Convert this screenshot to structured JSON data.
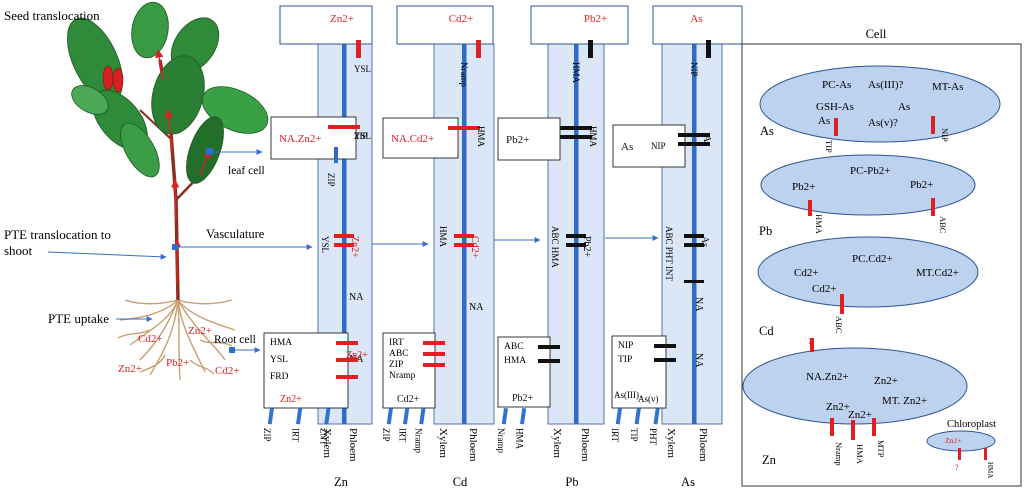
{
  "left_labels": {
    "seed_translocation": "Seed translocation",
    "leaf_cell": "leaf cell",
    "vasculature": "Vasculature",
    "pte_translocation_line1": "PTE translocation to",
    "pte_translocation_line2": "shoot",
    "pte_uptake": "PTE uptake",
    "root_cell": "Root cell"
  },
  "root_ions": [
    "Cd2+",
    "Zn2+",
    "Zn2+",
    "Pb2+",
    "Cd2+"
  ],
  "columns": [
    {
      "id": "zn",
      "metal": "Zn",
      "top_ion": "Zn2+",
      "top_transporter": "YSL",
      "leaf_box": "NA.Zn2+",
      "leaf_transporters": [
        "YSL",
        "ZIP"
      ],
      "vasc_xylem": "YSL",
      "vasc_phloem_ion": "Zn2+",
      "phloem_na_1": "NA",
      "phloem_na_2": "NA",
      "root_transporters": [
        "HMA",
        "YSL",
        "FRD"
      ],
      "root_box_ion": "Zn2+",
      "root_side_ion": "Zn2+",
      "uptake": [
        "ZIP",
        "IRT",
        "ZNT"
      ],
      "xylem_label": "Xylem",
      "phloem_label": "Phloem"
    },
    {
      "id": "cd",
      "metal": "Cd",
      "top_ion": "Cd2+",
      "top_transporter": "Nramp",
      "leaf_box": "NA.Cd2+",
      "leaf_transporters": [
        "HMA"
      ],
      "vasc_xylem": "HMA",
      "vasc_phloem_ion": "Cd2+",
      "phloem_na_1": "NA",
      "root_transporters": [
        "IRT",
        "ABC",
        "ZIP",
        "Nramp"
      ],
      "root_box_ion": "Cd2+",
      "uptake": [
        "ZIP",
        "IRT",
        "Nramp"
      ],
      "xylem_label": "Xylem",
      "phloem_label": "Phloem"
    },
    {
      "id": "pb",
      "metal": "Pb",
      "top_ion": "Pb2+",
      "top_transporter": "HMA",
      "leaf_box": "Pb2+",
      "leaf_transporters": [
        "HMA"
      ],
      "vasc_xylem": "ABC HMA",
      "vasc_phloem_ion": "Pb2+",
      "root_transporters": [
        "ABC",
        "HMA"
      ],
      "root_box_ion": "Pb2+",
      "uptake": [
        "Nramp",
        "HMA"
      ],
      "xylem_label": "Xylem",
      "phloem_label": "Phloem"
    },
    {
      "id": "as",
      "metal": "As",
      "top_ion": "As",
      "top_transporter": "NIP",
      "leaf_box": "As",
      "leaf_box_transporter": "NIP",
      "leaf_side_ion": "As",
      "vasc_xylem": "ABC PHT INT",
      "vasc_phloem_ion": "As",
      "phloem_na_1": "NA",
      "phloem_na_2": "NA",
      "root_transporters": [
        "NIP",
        "TIP"
      ],
      "root_box_ions": [
        "As(III)",
        "As(v)"
      ],
      "uptake": [
        "IRT",
        "TIP",
        "PHT"
      ],
      "xylem_label": "Xylem",
      "phloem_label": "Phloem"
    }
  ],
  "cell_panel": {
    "title": "Cell",
    "as": {
      "label": "As",
      "species": [
        "PC-As",
        "As(III)?",
        "MT-As",
        "GSH-As",
        "As",
        "As",
        "As(v)?"
      ],
      "transporters": [
        "TIP",
        "NIP"
      ]
    },
    "pb": {
      "label": "Pb",
      "species": [
        "PC-Pb2+",
        "Pb2+",
        "Pb2+"
      ],
      "transporters": [
        "HMA",
        "ABC"
      ]
    },
    "cd": {
      "label": "Cd",
      "species": [
        "PC.Cd2+",
        "Cd2+",
        "MT.Cd2+",
        "Cd2+"
      ],
      "transporters": [
        "ABC"
      ]
    },
    "zn": {
      "label": "Zn",
      "species": [
        "?",
        "NA.Zn2+",
        "Zn2+",
        "Zn2+",
        "Zn2+",
        "MT. Zn2+"
      ],
      "transporters": [
        "Nramp",
        "HMA",
        "MTP"
      ]
    },
    "chloroplast": {
      "label": "Chloroplast",
      "species": [
        "Zn2+",
        "?"
      ],
      "transporters": [
        "HMA"
      ]
    }
  },
  "colors": {
    "column_fill": "#dbe6f6",
    "strip": "#2f6cc8",
    "ion_red": "#e02020",
    "cell_fill": "#bcd2ee",
    "cell_stroke": "#2f5597",
    "uptake_blue": "#2f74d0"
  }
}
